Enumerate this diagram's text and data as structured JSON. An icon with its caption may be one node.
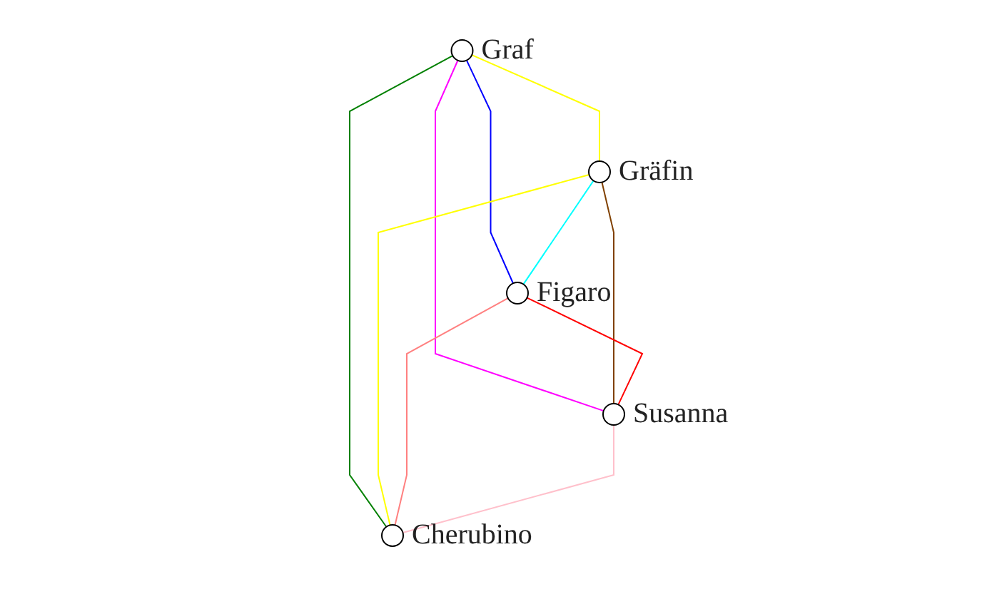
{
  "diagram": {
    "nodes": [
      {
        "text": [],
        "shape": "circle",
        "beside": [
          "Graf"
        ]
      },
      {
        "text": [],
        "shape": "circle",
        "beside": [
          "Gräfin"
        ]
      },
      {
        "text": [],
        "shape": "circle",
        "beside": [
          "Figaro"
        ]
      },
      {
        "text": [],
        "shape": "circle",
        "beside": [
          "Susanna"
        ]
      },
      {
        "text": [],
        "shape": "circle",
        "beside": [
          "Cherubino"
        ]
      }
    ],
    "edges": [
      {
        "from": 0,
        "to": 1,
        "arrow": "none",
        "color": "#ffff00"
      },
      {
        "from": 0,
        "to": 2,
        "arrow": "none",
        "color": "#0000ff"
      },
      {
        "from": 0,
        "to": 4,
        "arrow": "none",
        "color": "#008000"
      },
      {
        "from": 0,
        "to": 3,
        "arrow": "none",
        "color": "#ff00ff"
      },
      {
        "from": 1,
        "to": 2,
        "arrow": "none",
        "color": "#00ffff"
      },
      {
        "from": 1,
        "to": 4,
        "arrow": "none",
        "color": "#ffff00"
      },
      {
        "from": 1,
        "to": 3,
        "arrow": "none",
        "color": "#804000"
      },
      {
        "from": 2,
        "to": 3,
        "arrow": "none",
        "color": "#ff0000"
      },
      {
        "from": 2,
        "to": 4,
        "arrow": "none",
        "color": "#ff8080"
      },
      {
        "from": 3,
        "to": 4,
        "arrow": "none",
        "color": "#ffc0cb"
      }
    ]
  }
}
